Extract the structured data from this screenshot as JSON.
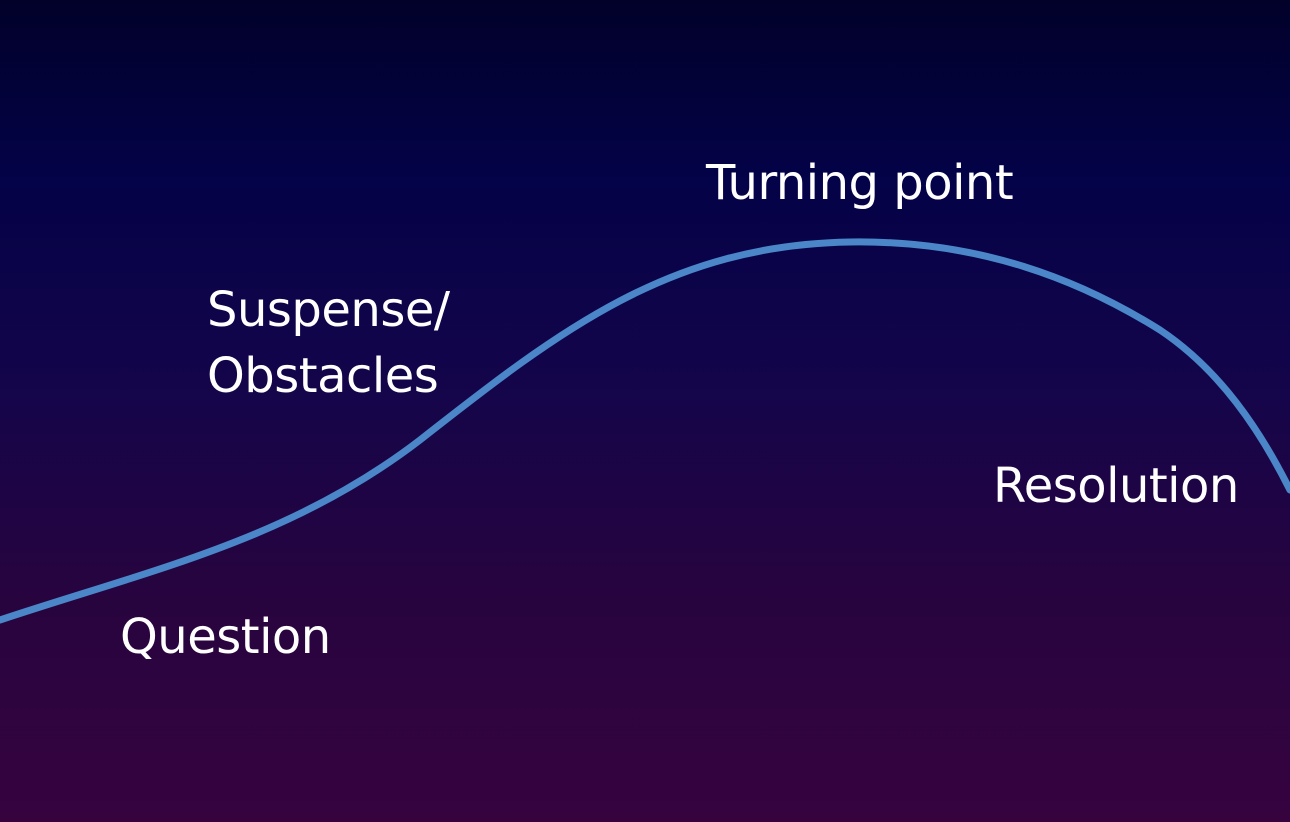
{
  "diagram": {
    "curve_color": "#4a86c8",
    "background_top": "#01012a",
    "background_bottom": "#36033f",
    "labels": {
      "turning_point": "Turning point",
      "suspense_line1": "Suspense/",
      "suspense_line2": "Obstacles",
      "resolution": "Resolution",
      "question": "Question"
    }
  }
}
